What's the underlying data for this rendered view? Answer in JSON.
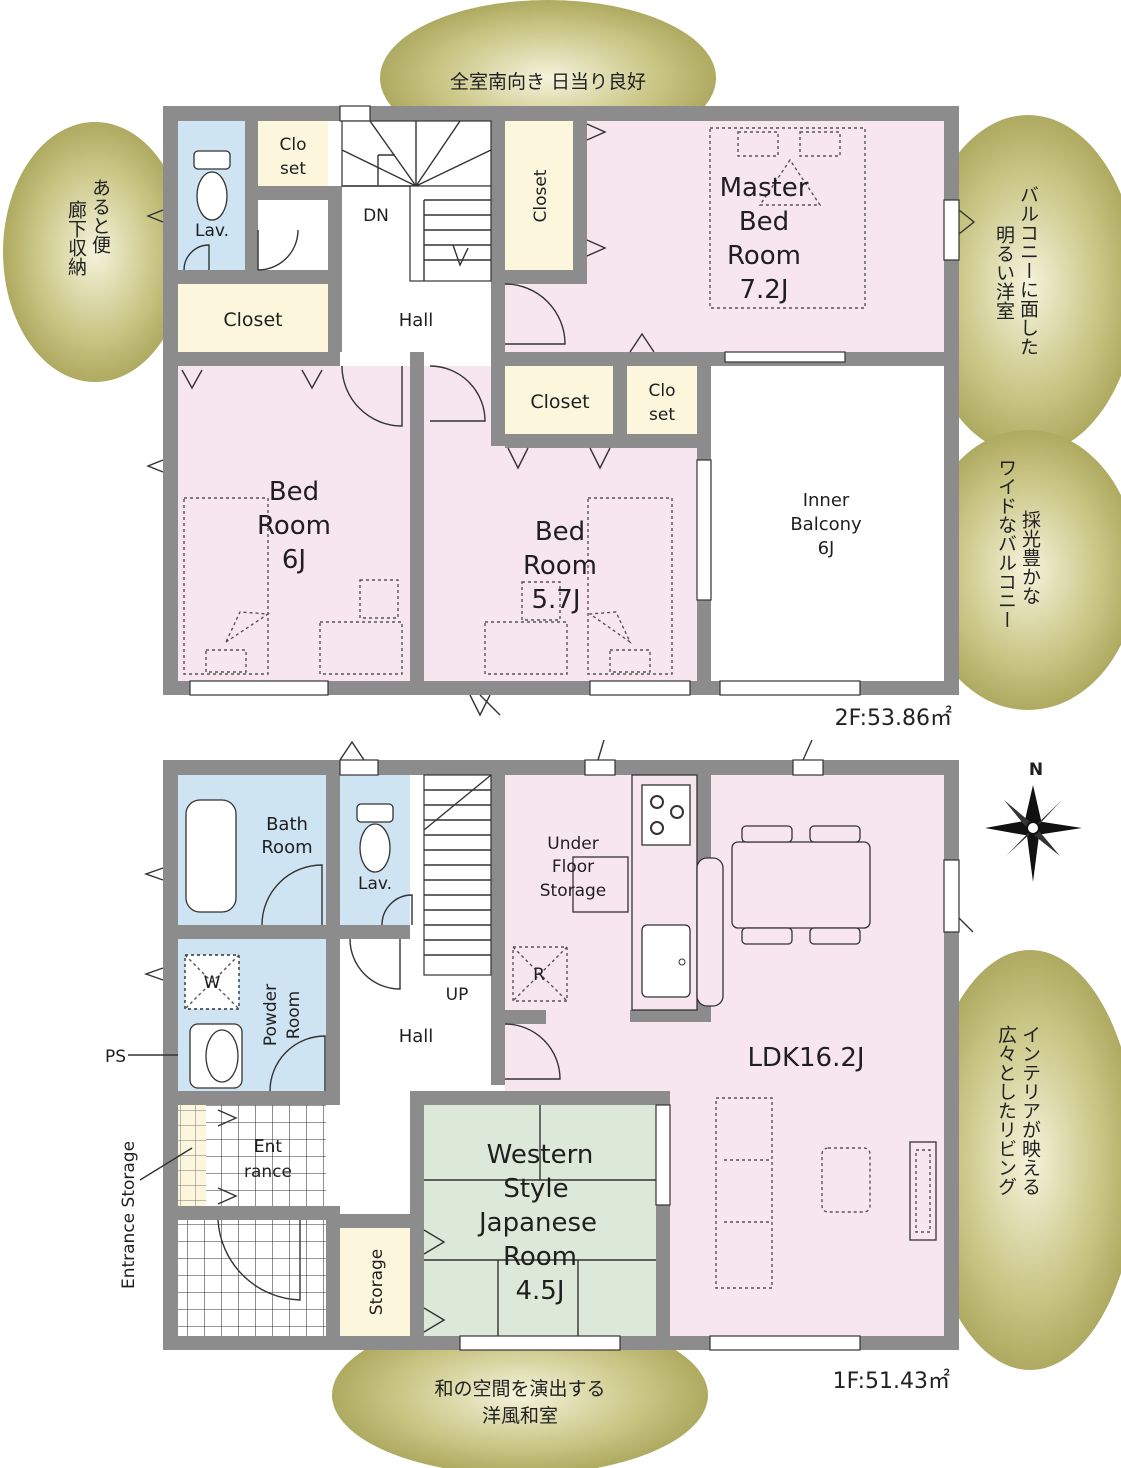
{
  "callouts": {
    "top": "全室南向き 日当り良好",
    "left_corridor": [
      "あると便",
      "廊下収納"
    ],
    "right_upper": [
      "バルコニーに面した",
      "明るい洋室"
    ],
    "right_middle": [
      "採光豊かな",
      "ワイドなバルコニー"
    ],
    "right_lower": [
      "インテリアが映える",
      "広々としたリビング"
    ],
    "bottom": [
      "和の空間を演出する",
      "洋風和室"
    ]
  },
  "floor2": {
    "area": "2F:53.86㎡",
    "master_bed": [
      "Master",
      "Bed",
      "Room",
      "7.2J"
    ],
    "bed6": [
      "Bed",
      "Room",
      "6J"
    ],
    "bed57": [
      "Bed",
      "Room",
      "5.7J"
    ],
    "inner_balcony": [
      "Inner",
      "Balcony",
      "6J"
    ],
    "closet": "Closet",
    "closet_split": [
      "Clo",
      "set"
    ],
    "lav": "Lav.",
    "hall": "Hall",
    "dn": "DN"
  },
  "floor1": {
    "area": "1F:51.43㎡",
    "bath": [
      "Bath",
      "Room"
    ],
    "lav": "Lav.",
    "under_floor": [
      "Under",
      "Floor",
      "Storage"
    ],
    "ldk": "LDK16.2J",
    "powder": [
      "Powder",
      "Room"
    ],
    "w": "W",
    "r": "R",
    "up": "UP",
    "hall": "Hall",
    "ps": "PS",
    "entrance": [
      "Ent",
      "rance"
    ],
    "entrance_storage": "Entrance Storage",
    "western_japanese": [
      "Western",
      "Style",
      "Japanese",
      "Room",
      "4.5J"
    ],
    "storage": "Storage"
  },
  "compass": {
    "north": "N"
  },
  "colors": {
    "bedroom": "#f8e6ee",
    "wet": "#cfe4f3",
    "closet": "#fbf6dc",
    "japanese": "#dde9d8",
    "callout": "#a5a05e",
    "wall": "#8c8c8c"
  }
}
